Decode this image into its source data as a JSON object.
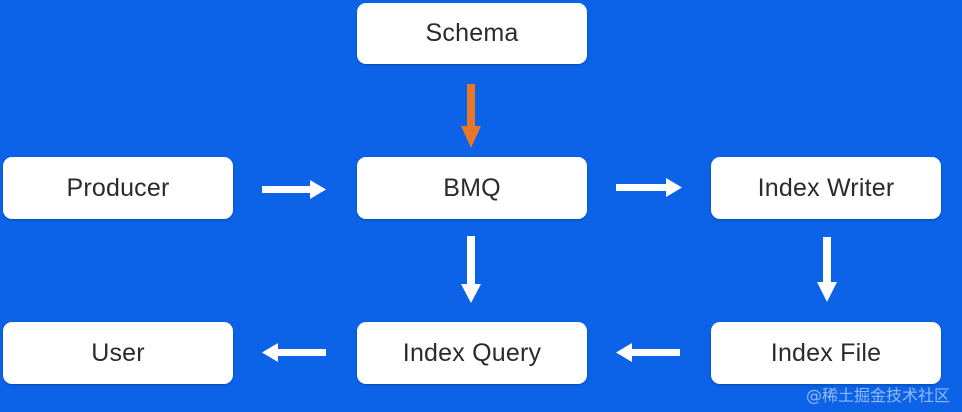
{
  "diagram": {
    "nodes": {
      "schema": "Schema",
      "producer": "Producer",
      "bmq": "BMQ",
      "index_writer": "Index Writer",
      "user": "User",
      "index_query": "Index Query",
      "index_file": "Index File"
    },
    "edges": [
      {
        "from": "schema",
        "to": "bmq",
        "color": "#e8772a"
      },
      {
        "from": "producer",
        "to": "bmq",
        "color": "#ffffff"
      },
      {
        "from": "bmq",
        "to": "index_writer",
        "color": "#ffffff"
      },
      {
        "from": "bmq",
        "to": "index_query",
        "color": "#ffffff"
      },
      {
        "from": "index_writer",
        "to": "index_file",
        "color": "#ffffff"
      },
      {
        "from": "index_file",
        "to": "index_query",
        "color": "#ffffff"
      },
      {
        "from": "index_query",
        "to": "user",
        "color": "#ffffff"
      }
    ]
  },
  "colors": {
    "background": "#0c63e7",
    "node_fill": "#ffffff",
    "accent_arrow": "#e8772a"
  },
  "watermark": "@稀土掘金技术社区"
}
